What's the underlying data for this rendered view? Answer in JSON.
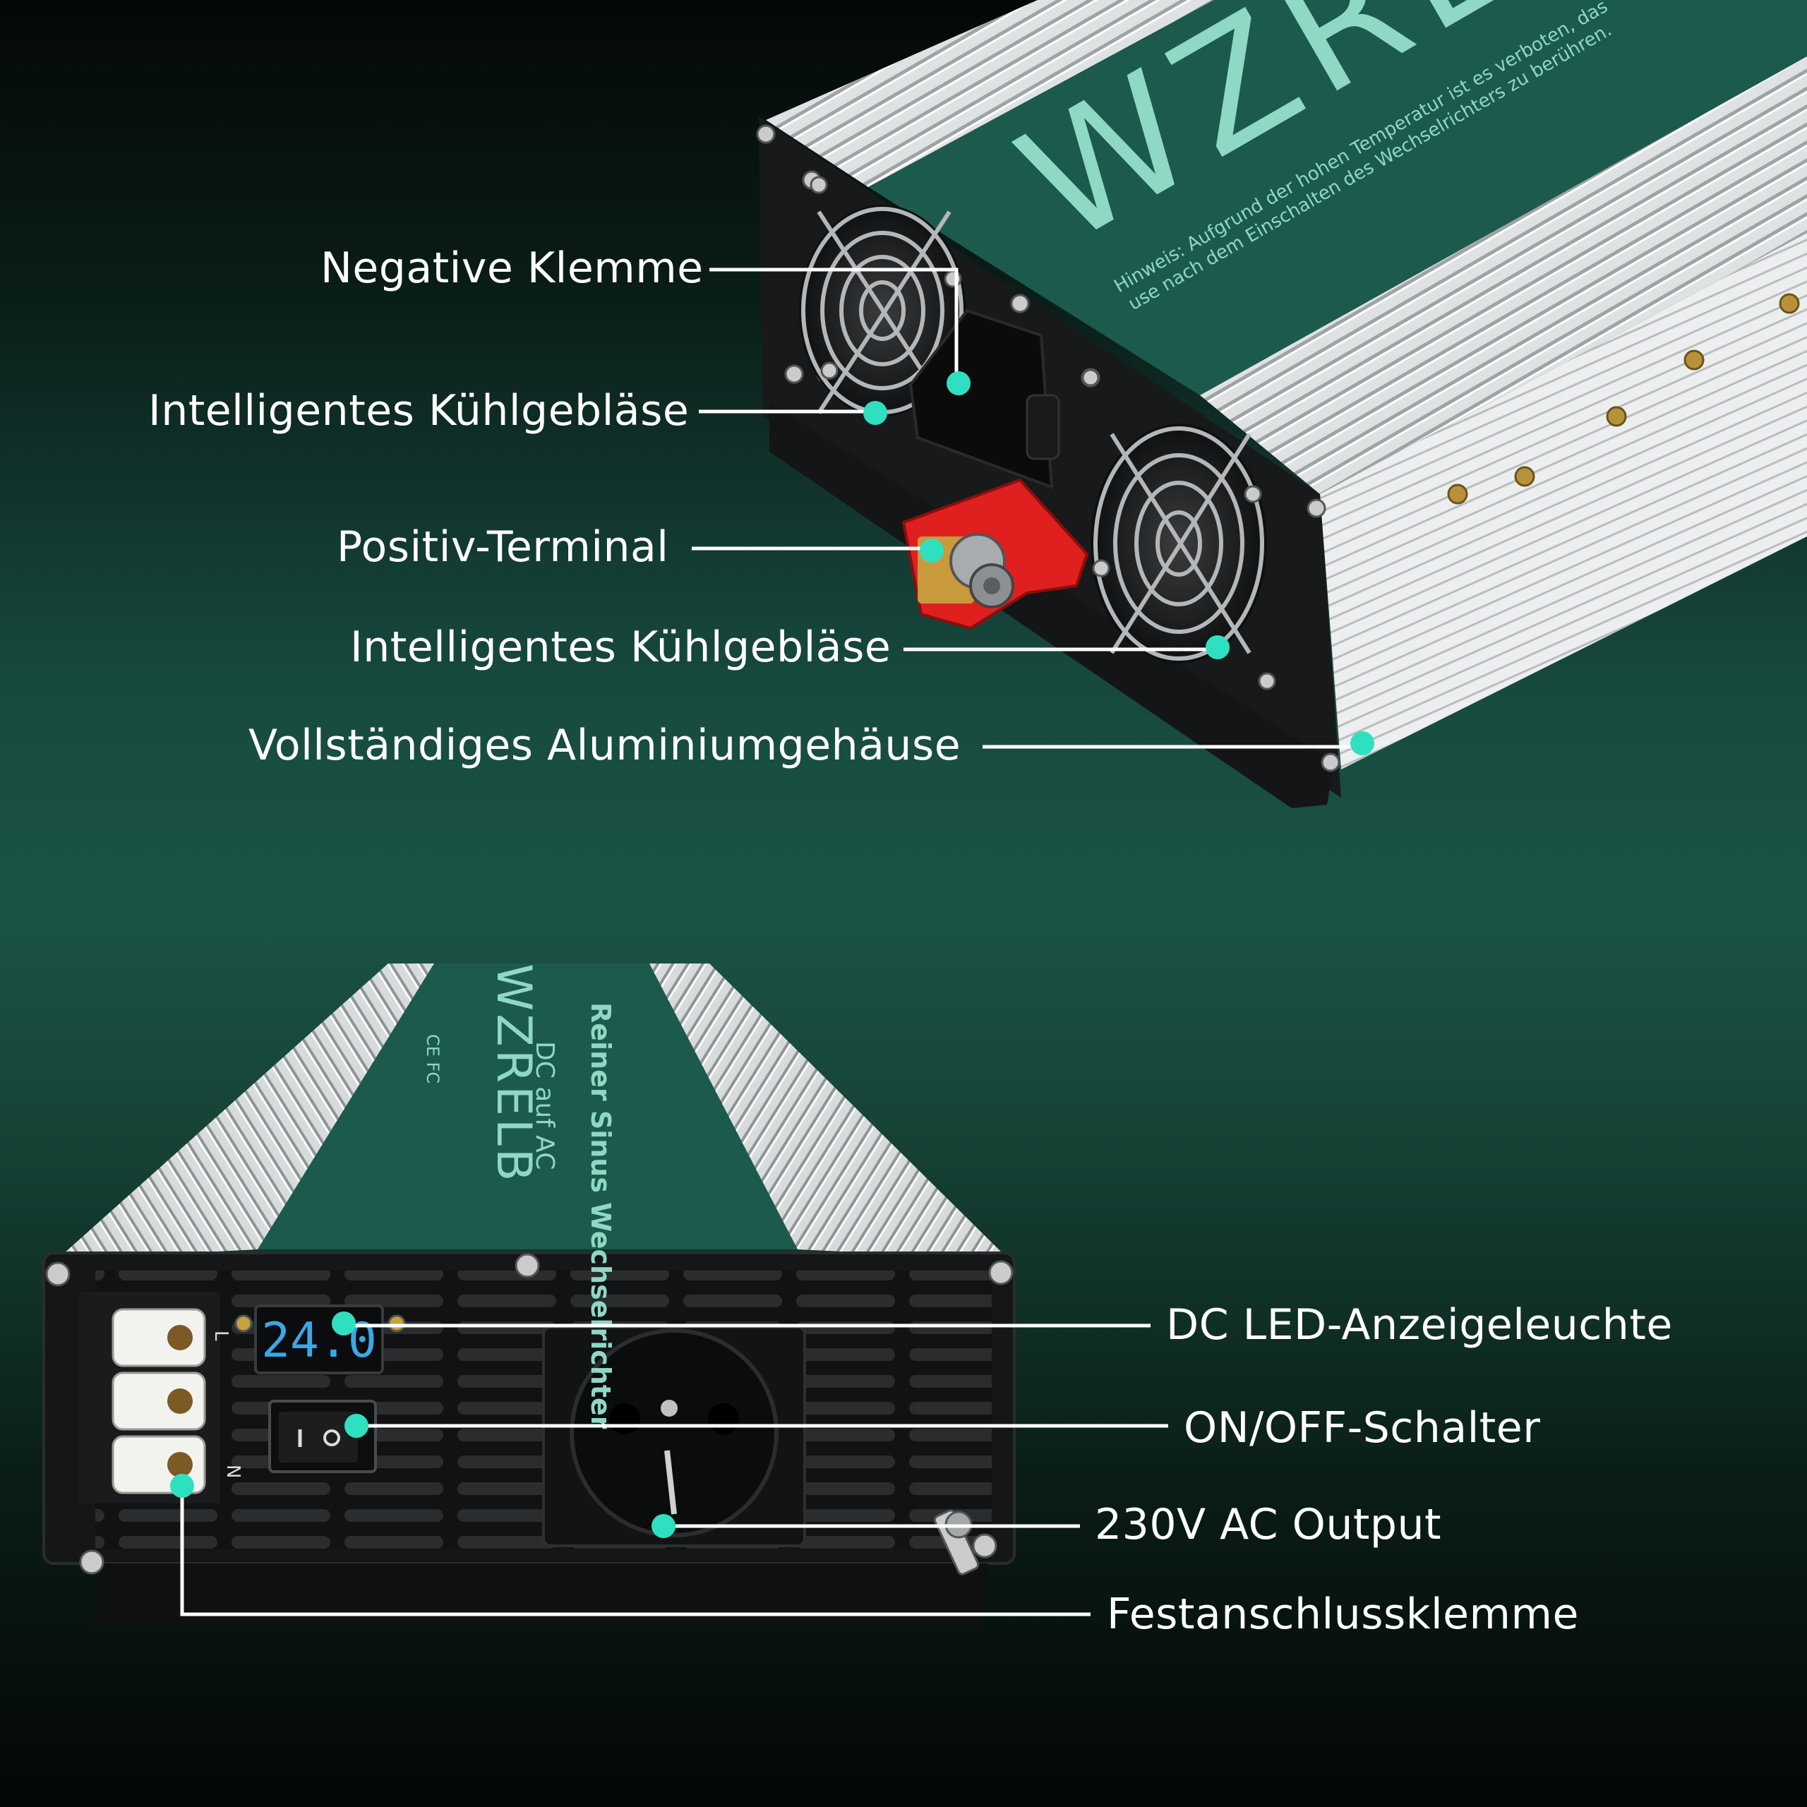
{
  "top_brand": "WZRELB",
  "top_warning": {
    "line1": "Hinweis: Aufgrund der hohen Temperatur ist es verboten, das",
    "line2": "use nach dem Einschalten des Wechselrichters zu berühren."
  },
  "bottom_label": {
    "brand": "WZRELB",
    "title": "Reiner Sinus Wechselrichter",
    "subtitle": "DC auf AC",
    "cert": "CE FC"
  },
  "display_reading": "24.0",
  "terminal_marks": [
    "L",
    "N"
  ],
  "accent_color": "#2fe0c0",
  "callouts": [
    {
      "id": "negative-terminal",
      "text": "Negative Klemme"
    },
    {
      "id": "cooling-fan-left",
      "text": "Intelligentes Kühlgebläse"
    },
    {
      "id": "positive-terminal",
      "text": "Positiv-Terminal"
    },
    {
      "id": "cooling-fan-right",
      "text": "Intelligentes Kühlgebläse"
    },
    {
      "id": "aluminium-housing",
      "text": "Vollständiges Aluminiumgehäuse"
    },
    {
      "id": "dc-led-display",
      "text": "DC LED-Anzeigeleuchte"
    },
    {
      "id": "on-off-switch",
      "text": "ON/OFF-Schalter"
    },
    {
      "id": "ac-output",
      "text": "230V AC Output"
    },
    {
      "id": "hardwire-terminal",
      "text": "Festanschlussklemme"
    }
  ]
}
